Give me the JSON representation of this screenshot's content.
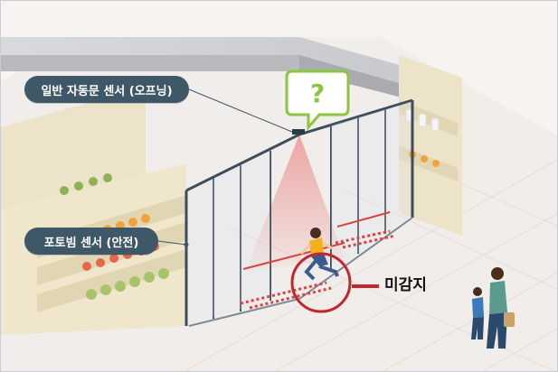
{
  "labels": {
    "opening_sensor": "일반 자동문 센서 (오프닝)",
    "safety_sensor": "포토빔 센서 (안전)",
    "undetected": "미감지"
  },
  "icons": {
    "sign": "question-mark-icon"
  },
  "colors": {
    "label_bg": "#3f5868",
    "label_text": "#ffffff",
    "alert_red": "#c0282d",
    "beam_red": "#d9453f",
    "sign_green": "#8cc63f",
    "floor": "#f1edea"
  }
}
